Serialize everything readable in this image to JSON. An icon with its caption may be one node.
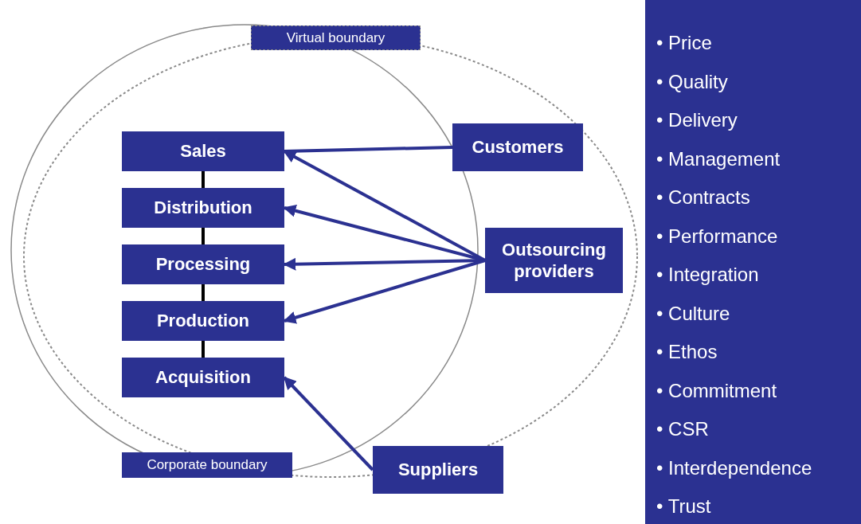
{
  "diagram": {
    "nodes": [
      {
        "text": [
          "Sales"
        ]
      },
      {
        "text": [
          "Distribution"
        ]
      },
      {
        "text": [
          "Processing"
        ]
      },
      {
        "text": [
          "Production"
        ]
      },
      {
        "text": [
          "Acquisition"
        ]
      },
      {
        "text": [
          "Customers"
        ]
      },
      {
        "text": [
          "Outsourcing providers"
        ]
      },
      {
        "text": [
          "Suppliers"
        ]
      },
      {
        "text": [
          "Virtual boundary"
        ]
      },
      {
        "text": [
          "Corporate boundary"
        ]
      },
      {
        "text": [
          "• Price",
          "• Quality",
          "• Delivery",
          "• Management",
          "• Contracts",
          "• Performance",
          "• Integration",
          "• Culture",
          "• Ethos",
          "• Commitment",
          "• CSR",
          "• Interdependence",
          "• Trust"
        ]
      }
    ],
    "edges": [
      {
        "from": 5,
        "to": 0,
        "arrow": "none"
      },
      {
        "from": 6,
        "to": 0,
        "arrow": "to"
      },
      {
        "from": 6,
        "to": 1,
        "arrow": "to"
      },
      {
        "from": 6,
        "to": 2,
        "arrow": "to"
      },
      {
        "from": 6,
        "to": 3,
        "arrow": "to"
      },
      {
        "from": 7,
        "to": 4,
        "arrow": "to"
      },
      {
        "from": 0,
        "to": 1,
        "arrow": "none",
        "color": "#000000"
      },
      {
        "from": 1,
        "to": 2,
        "arrow": "none",
        "color": "#000000"
      },
      {
        "from": 2,
        "to": 3,
        "arrow": "none",
        "color": "#000000"
      },
      {
        "from": 3,
        "to": 4,
        "arrow": "none",
        "color": "#000000"
      }
    ]
  }
}
